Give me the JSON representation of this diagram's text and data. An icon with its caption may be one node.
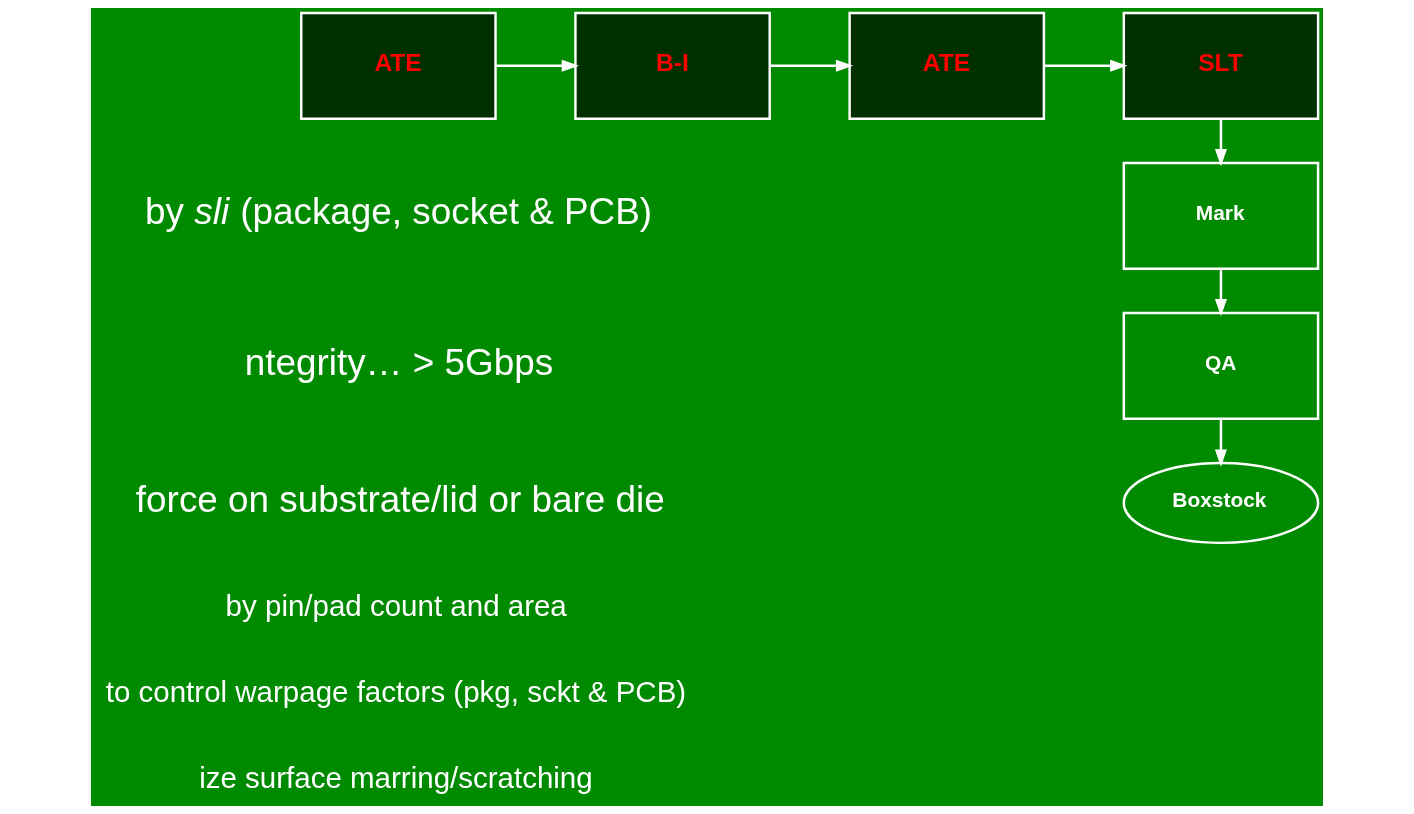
{
  "diagram": {
    "nodes": [
      {
        "text": [
          "ATE"
        ]
      },
      {
        "text": [
          "B-I"
        ]
      },
      {
        "text": [
          "ATE"
        ]
      },
      {
        "text": [
          "SLT"
        ]
      },
      {
        "text": [
          "Mark"
        ]
      },
      {
        "text": [
          "QA"
        ]
      },
      {
        "text": [
          "Boxstock"
        ]
      }
    ],
    "edges": [
      {
        "from": 0,
        "to": 1,
        "arrow": "to"
      },
      {
        "from": 1,
        "to": 2,
        "arrow": "to"
      },
      {
        "from": 2,
        "to": 3,
        "arrow": "to"
      },
      {
        "from": 3,
        "to": 4,
        "arrow": "to"
      },
      {
        "from": 4,
        "to": 5,
        "arrow": "to"
      },
      {
        "from": 5,
        "to": 6,
        "arrow": "to"
      }
    ],
    "labels": [
      "by *sli* (package, socket & PCB)",
      "ntegrity… > 5Gbps",
      "force on substrate/lid or bare die",
      "by pin/pad count and area",
      "to control warpage factors (pkg, sckt & PCB)",
      "ize surface marring/scratching"
    ]
  }
}
